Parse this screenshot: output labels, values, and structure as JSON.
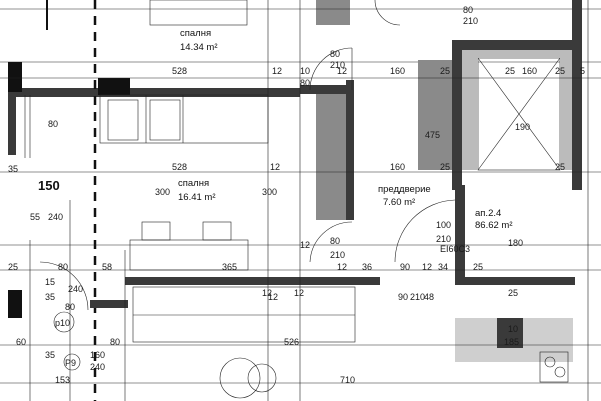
{
  "rooms": [
    {
      "name": "спалня",
      "area": "14.34 m²"
    },
    {
      "name": "спалня",
      "area": "16.41 m²"
    },
    {
      "name": "преддверие",
      "area": "7.60 m²"
    },
    {
      "name": "ап.2.4",
      "area": "86.62 m²"
    }
  ],
  "markers": [
    "p10",
    "P9",
    "EI60C3"
  ],
  "big_dimension": "150",
  "dims": [
    "80",
    "210",
    "528",
    "12",
    "10",
    "80",
    "12",
    "160",
    "25",
    "25",
    "160",
    "25",
    "5",
    "80",
    "475",
    "190",
    "528",
    "12",
    "160",
    "25",
    "25",
    "300",
    "300",
    "35",
    "55",
    "240",
    "80",
    "210",
    "100",
    "210",
    "12",
    "180",
    "25",
    "80",
    "58",
    "365",
    "12",
    "36",
    "90",
    "12",
    "34",
    "25",
    "15",
    "35",
    "240",
    "80",
    "12",
    "12",
    "90",
    "210",
    "48",
    "25",
    "10",
    "60",
    "80",
    "526",
    "185",
    "35",
    "160",
    "240",
    "153",
    "710",
    "12",
    "80",
    "210"
  ]
}
